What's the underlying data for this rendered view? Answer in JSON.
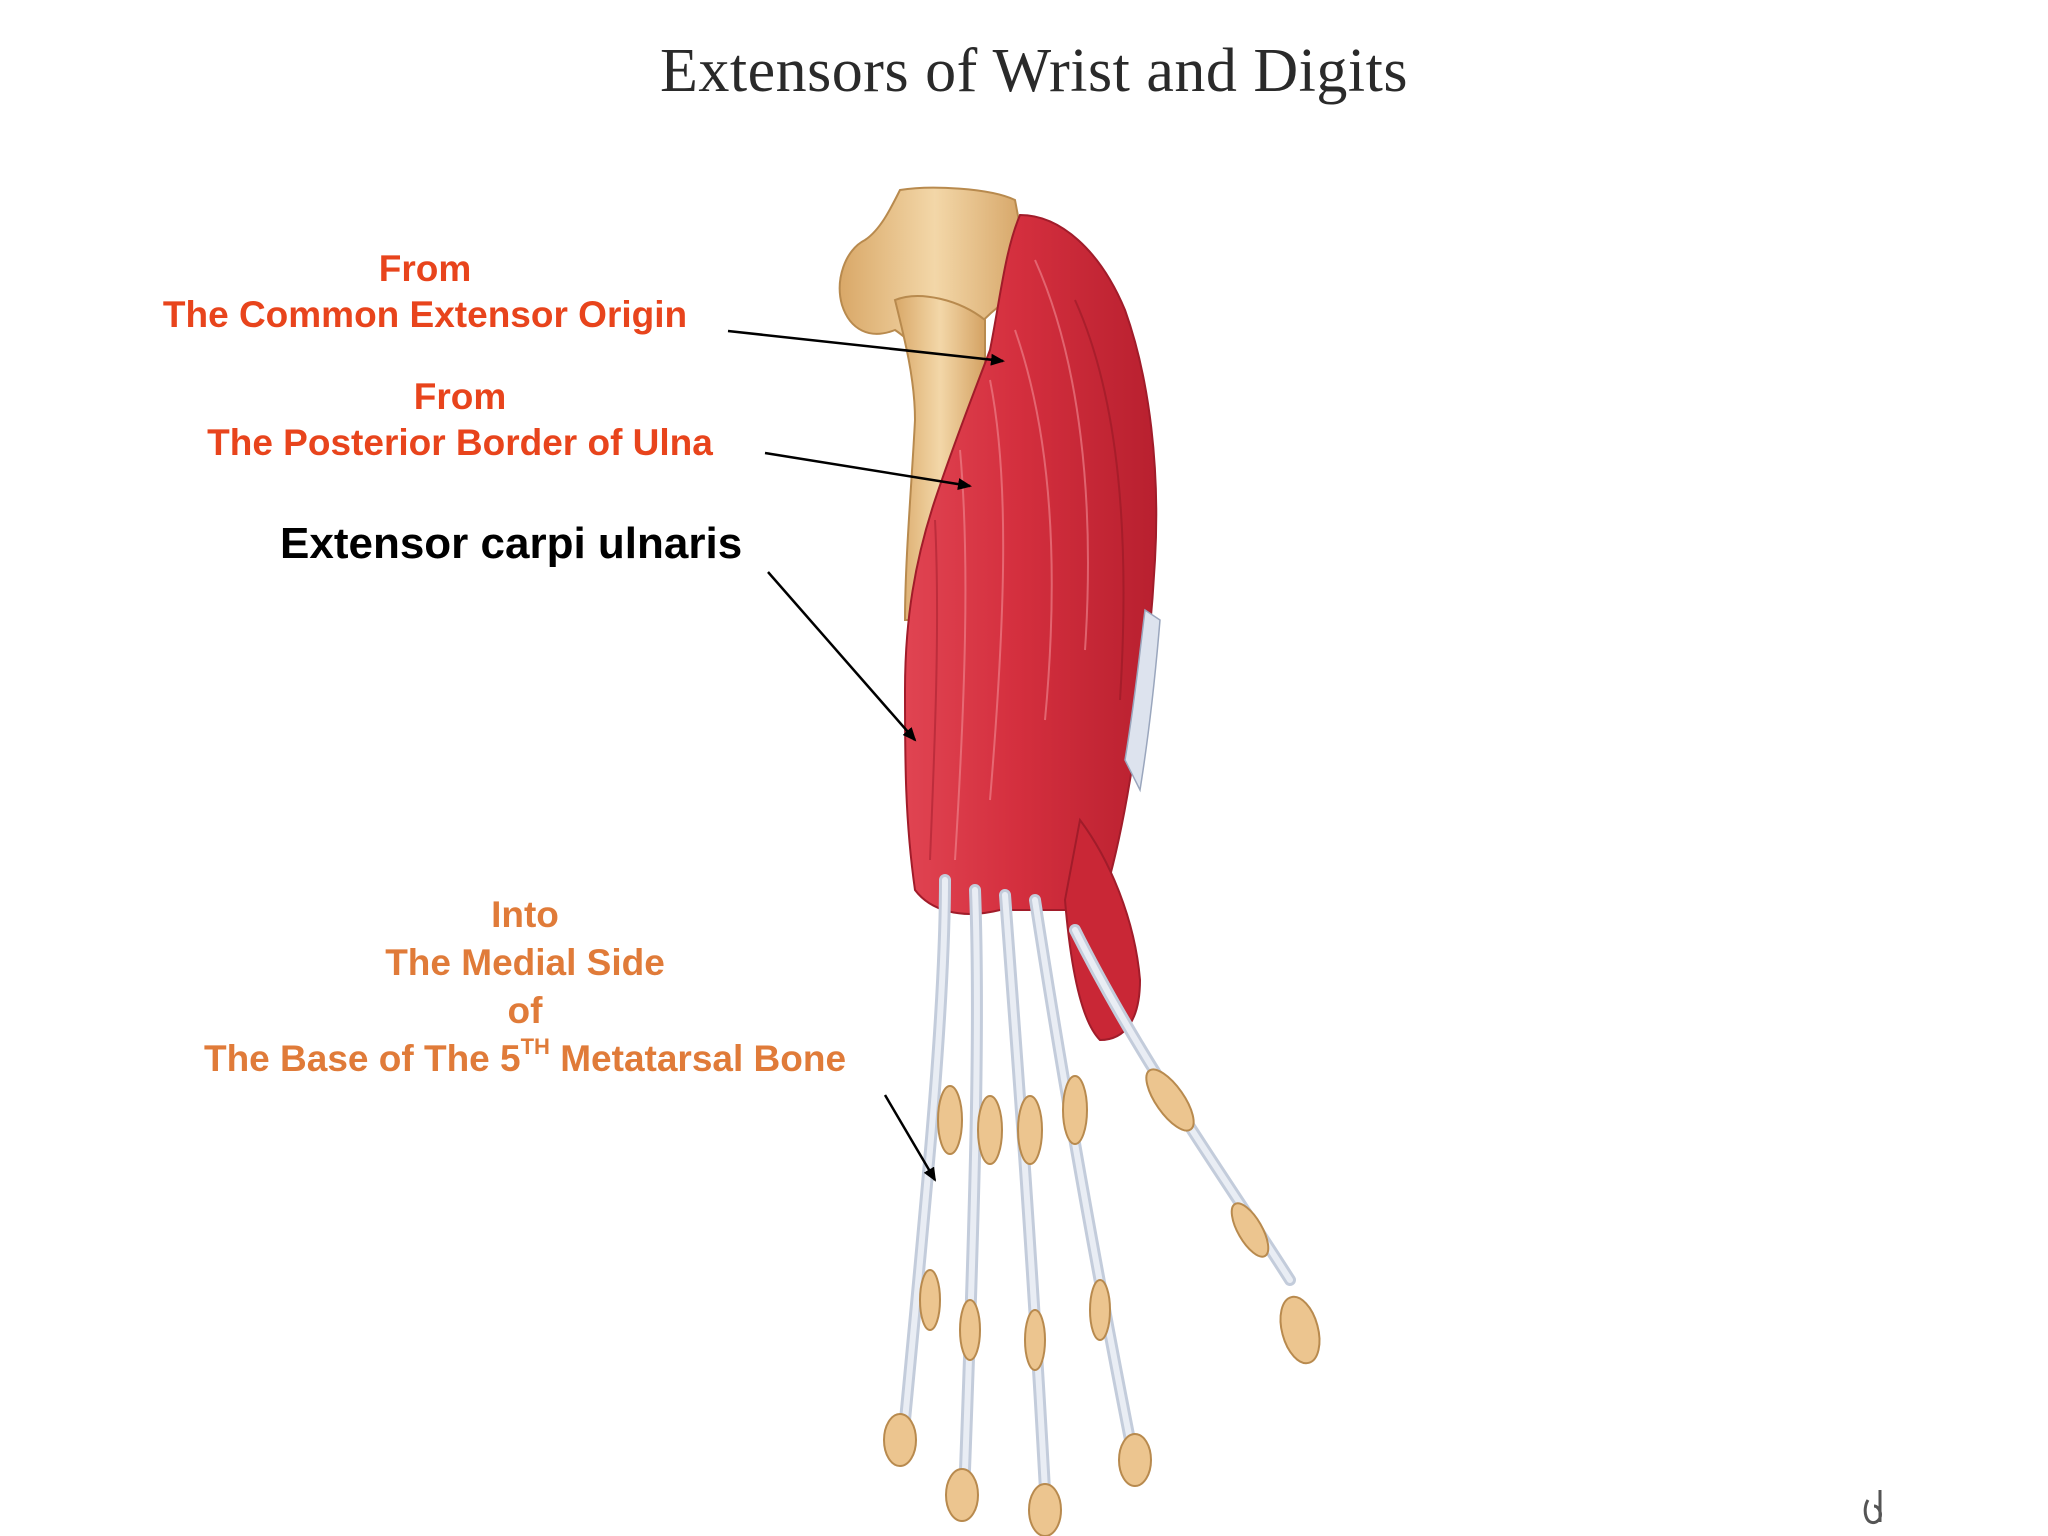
{
  "title": "Extensors of Wrist and Digits",
  "labels": {
    "common_origin": {
      "line1": "From",
      "line2": "The Common Extensor Origin"
    },
    "posterior_ulna": {
      "line1": "From",
      "line2": "The Posterior Border of Ulna"
    },
    "muscle_name": "Extensor carpi ulnaris",
    "insertion": {
      "line1": "Into",
      "line2": "The Medial Side",
      "line3": "of",
      "line4_pre": "The Base of The 5",
      "line4_sup": "TH",
      "line4_post": " Metatarsal Bone"
    }
  },
  "colors": {
    "origin_label": "#e8441c",
    "muscle_label": "#000000",
    "insertion_label": "#e07b39",
    "muscle": "#d9303d",
    "bone": "#ecc58f",
    "tendon": "#dde3ee"
  }
}
